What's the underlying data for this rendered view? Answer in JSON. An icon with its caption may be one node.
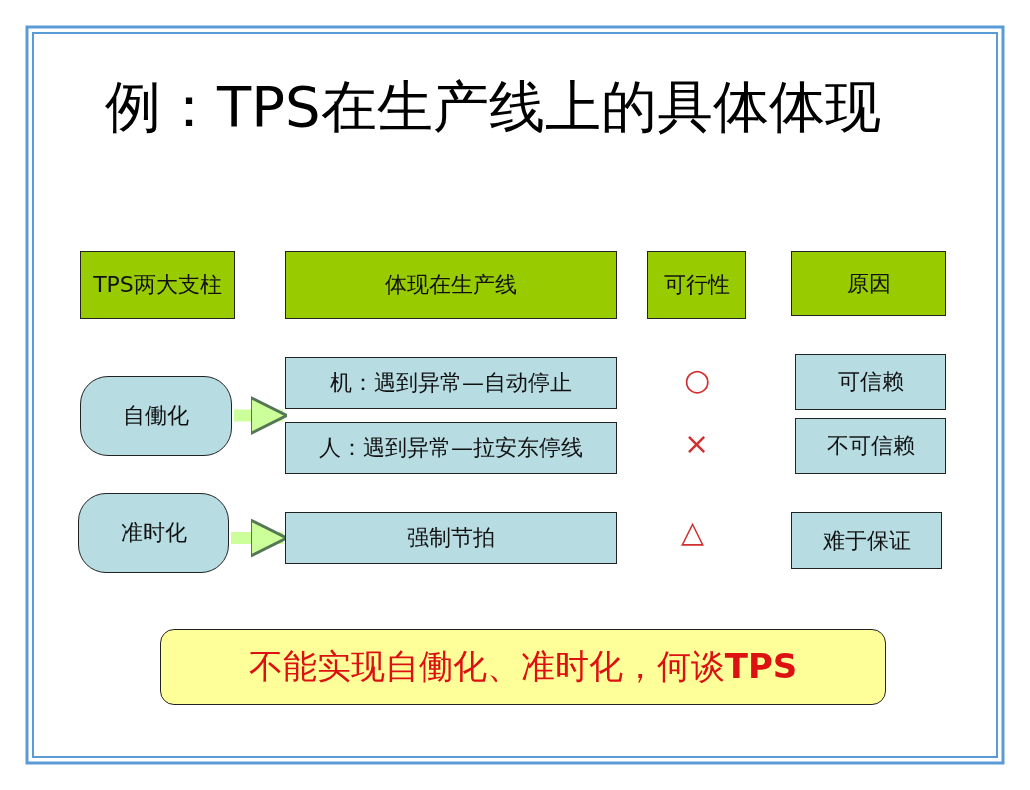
{
  "diagram": {
    "title": "例：TPS在生产线上的具体体现",
    "nodes": [
      {
        "text": [
          "TPS两大支柱"
        ]
      },
      {
        "text": [
          "体现在生产线"
        ]
      },
      {
        "text": [
          "可行性"
        ]
      },
      {
        "text": [
          "原因"
        ]
      },
      {
        "text": [
          "自働化"
        ]
      },
      {
        "text": [
          "机：遇到异常—自动停止"
        ]
      },
      {
        "text": [
          "人：遇到异常—拉安东停线"
        ]
      },
      {
        "text": [
          "可信赖"
        ]
      },
      {
        "text": [
          "不可信赖"
        ]
      },
      {
        "text": [
          "准时化"
        ]
      },
      {
        "text": [
          "强制节拍"
        ]
      },
      {
        "text": [
          "难于保证"
        ]
      },
      {
        "text": [
          "不能实现自働化、准时化，何谈**TPS**"
        ]
      }
    ],
    "edges": [
      {
        "from": 4,
        "to": 5,
        "arrow": "to"
      },
      {
        "from": 4,
        "to": 6,
        "arrow": "to"
      },
      {
        "from": 9,
        "to": 10,
        "arrow": "to"
      }
    ],
    "labels": [
      "○",
      "×",
      "△"
    ]
  }
}
